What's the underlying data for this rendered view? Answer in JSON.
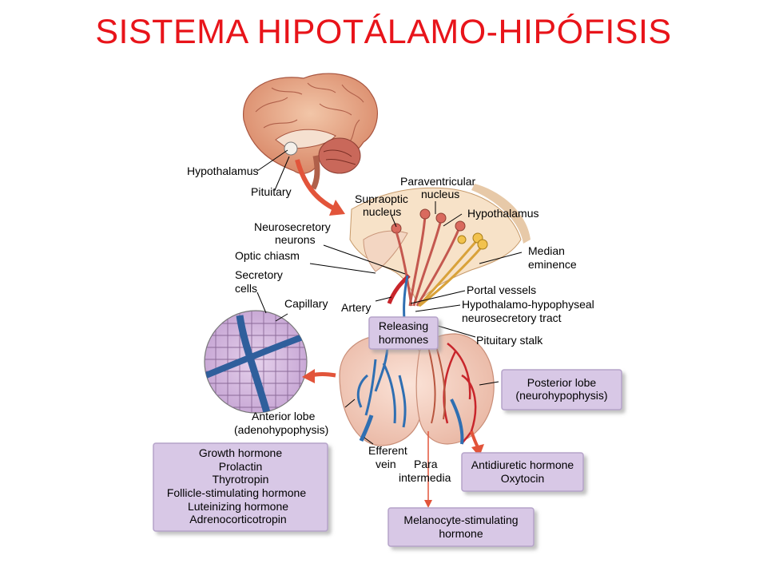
{
  "title": "SISTEMA HIPOTÁLAMO-HIPÓFISIS",
  "colors": {
    "title": "#e8141a",
    "box_fill": "#d8c8e6",
    "box_border": "#b5a3c9",
    "artery": "#c8252b",
    "vein": "#2f6fb2",
    "arrow": "#e2543a"
  },
  "labels": {
    "hypothalamus_brain": "Hypothalamus",
    "pituitary": "Pituitary",
    "paraventricular": [
      "Paraventricular",
      "nucleus"
    ],
    "supraoptic": [
      "Supraoptic",
      "nucleus"
    ],
    "hypothalamus": "Hypothalamus",
    "neurosecretory": [
      "Neurosecretory",
      "neurons"
    ],
    "optic_chiasm": "Optic chiasm",
    "median_eminence": [
      "Median",
      "eminence"
    ],
    "secretory_cells": [
      "Secretory",
      "cells"
    ],
    "capillary": "Capillary",
    "portal_vessels": "Portal vessels",
    "artery": "Artery",
    "tract": [
      "Hypothalamo-hypophyseal",
      "neurosecretory tract"
    ],
    "pituitary_stalk": "Pituitary stalk",
    "anterior_lobe": [
      "Anterior lobe",
      "(adenohypophysis)"
    ],
    "efferent_vein": [
      "Efferent",
      "vein"
    ],
    "para_intermedia": [
      "Para",
      "intermedia"
    ]
  },
  "boxes": {
    "releasing": [
      "Releasing",
      "hormones"
    ],
    "posterior": [
      "Posterior lobe",
      "(neurohypophysis)"
    ],
    "anterior_hormones": [
      "Growth hormone",
      "Prolactin",
      "Thyrotropin",
      "Follicle-stimulating hormone",
      "Luteinizing hormone",
      "Adrenocorticotropin"
    ],
    "posterior_hormones": [
      "Antidiuretic hormone",
      "Oxytocin"
    ],
    "melanocyte": [
      "Melanocyte-stimulating",
      "hormone"
    ]
  }
}
